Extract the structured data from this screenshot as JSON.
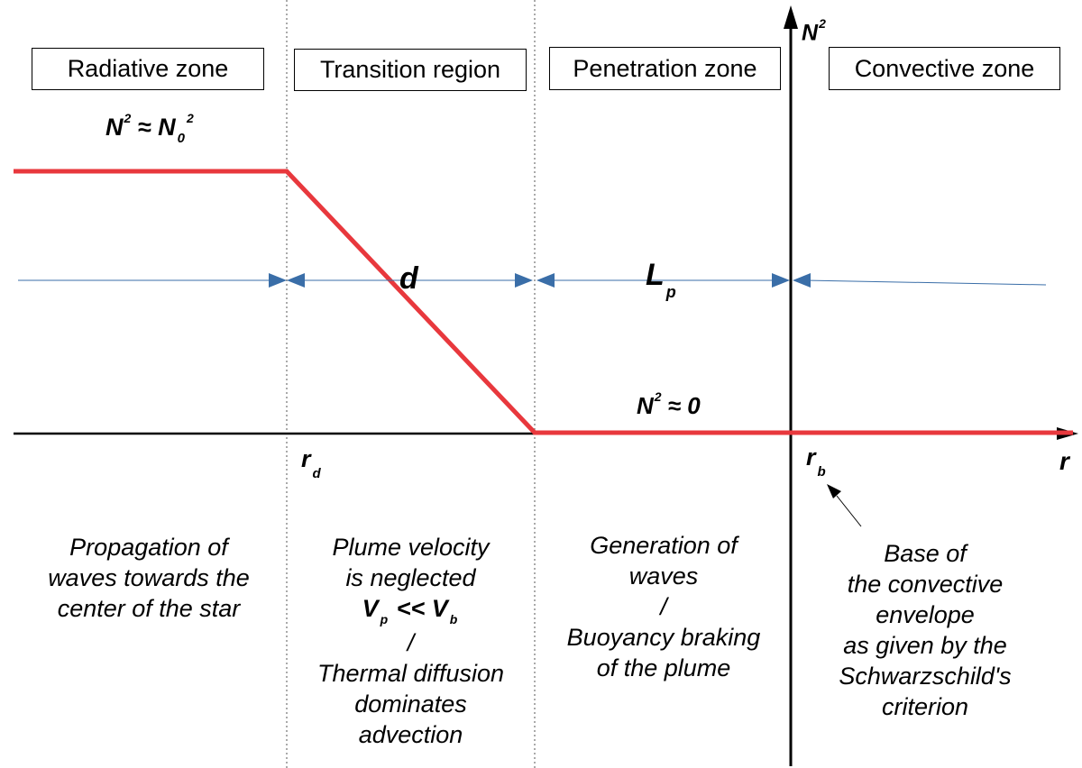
{
  "zones": {
    "radiative": "Radiative zone",
    "transition": "Transition region",
    "penetration": "Penetration zone",
    "convective": "Convective zone"
  },
  "axis": {
    "y_symbol": "N",
    "y_superscript": "2",
    "x_symbol": "r"
  },
  "labels": {
    "n0_left": "N",
    "n0_sup": "2",
    "n0_mid": " ≈ N",
    "n0_sub": "0",
    "n0_sup2": "2",
    "nzero_base": "N",
    "nzero_sup": "2",
    "nzero_rest": " ≈ 0",
    "d": "d",
    "lp_base": "L",
    "lp_sub": "p",
    "rd_base": "r",
    "rd_sub": "d",
    "rb_base": "r",
    "rb_sub": "b"
  },
  "descriptions": {
    "radiative": [
      "Propagation of",
      "waves towards the",
      "center of the star"
    ],
    "transition_top": [
      "Plume velocity",
      "is neglected"
    ],
    "transition_formula": {
      "v1": "V",
      "s1": "p",
      "op": " << ",
      "v2": "V",
      "s2": "b"
    },
    "transition_bottom": [
      "/",
      "Thermal diffusion",
      "dominates",
      "advection"
    ],
    "penetration": [
      "Generation of",
      "waves",
      "/",
      "Buoyancy braking",
      "of the plume"
    ],
    "convective": [
      "Base of",
      "the convective",
      "envelope",
      "as given by the",
      "Schwarzschild's",
      "criterion"
    ]
  },
  "colors": {
    "profile": "#e8383d",
    "arrows": "#3a6ea8",
    "axis": "#000000"
  }
}
